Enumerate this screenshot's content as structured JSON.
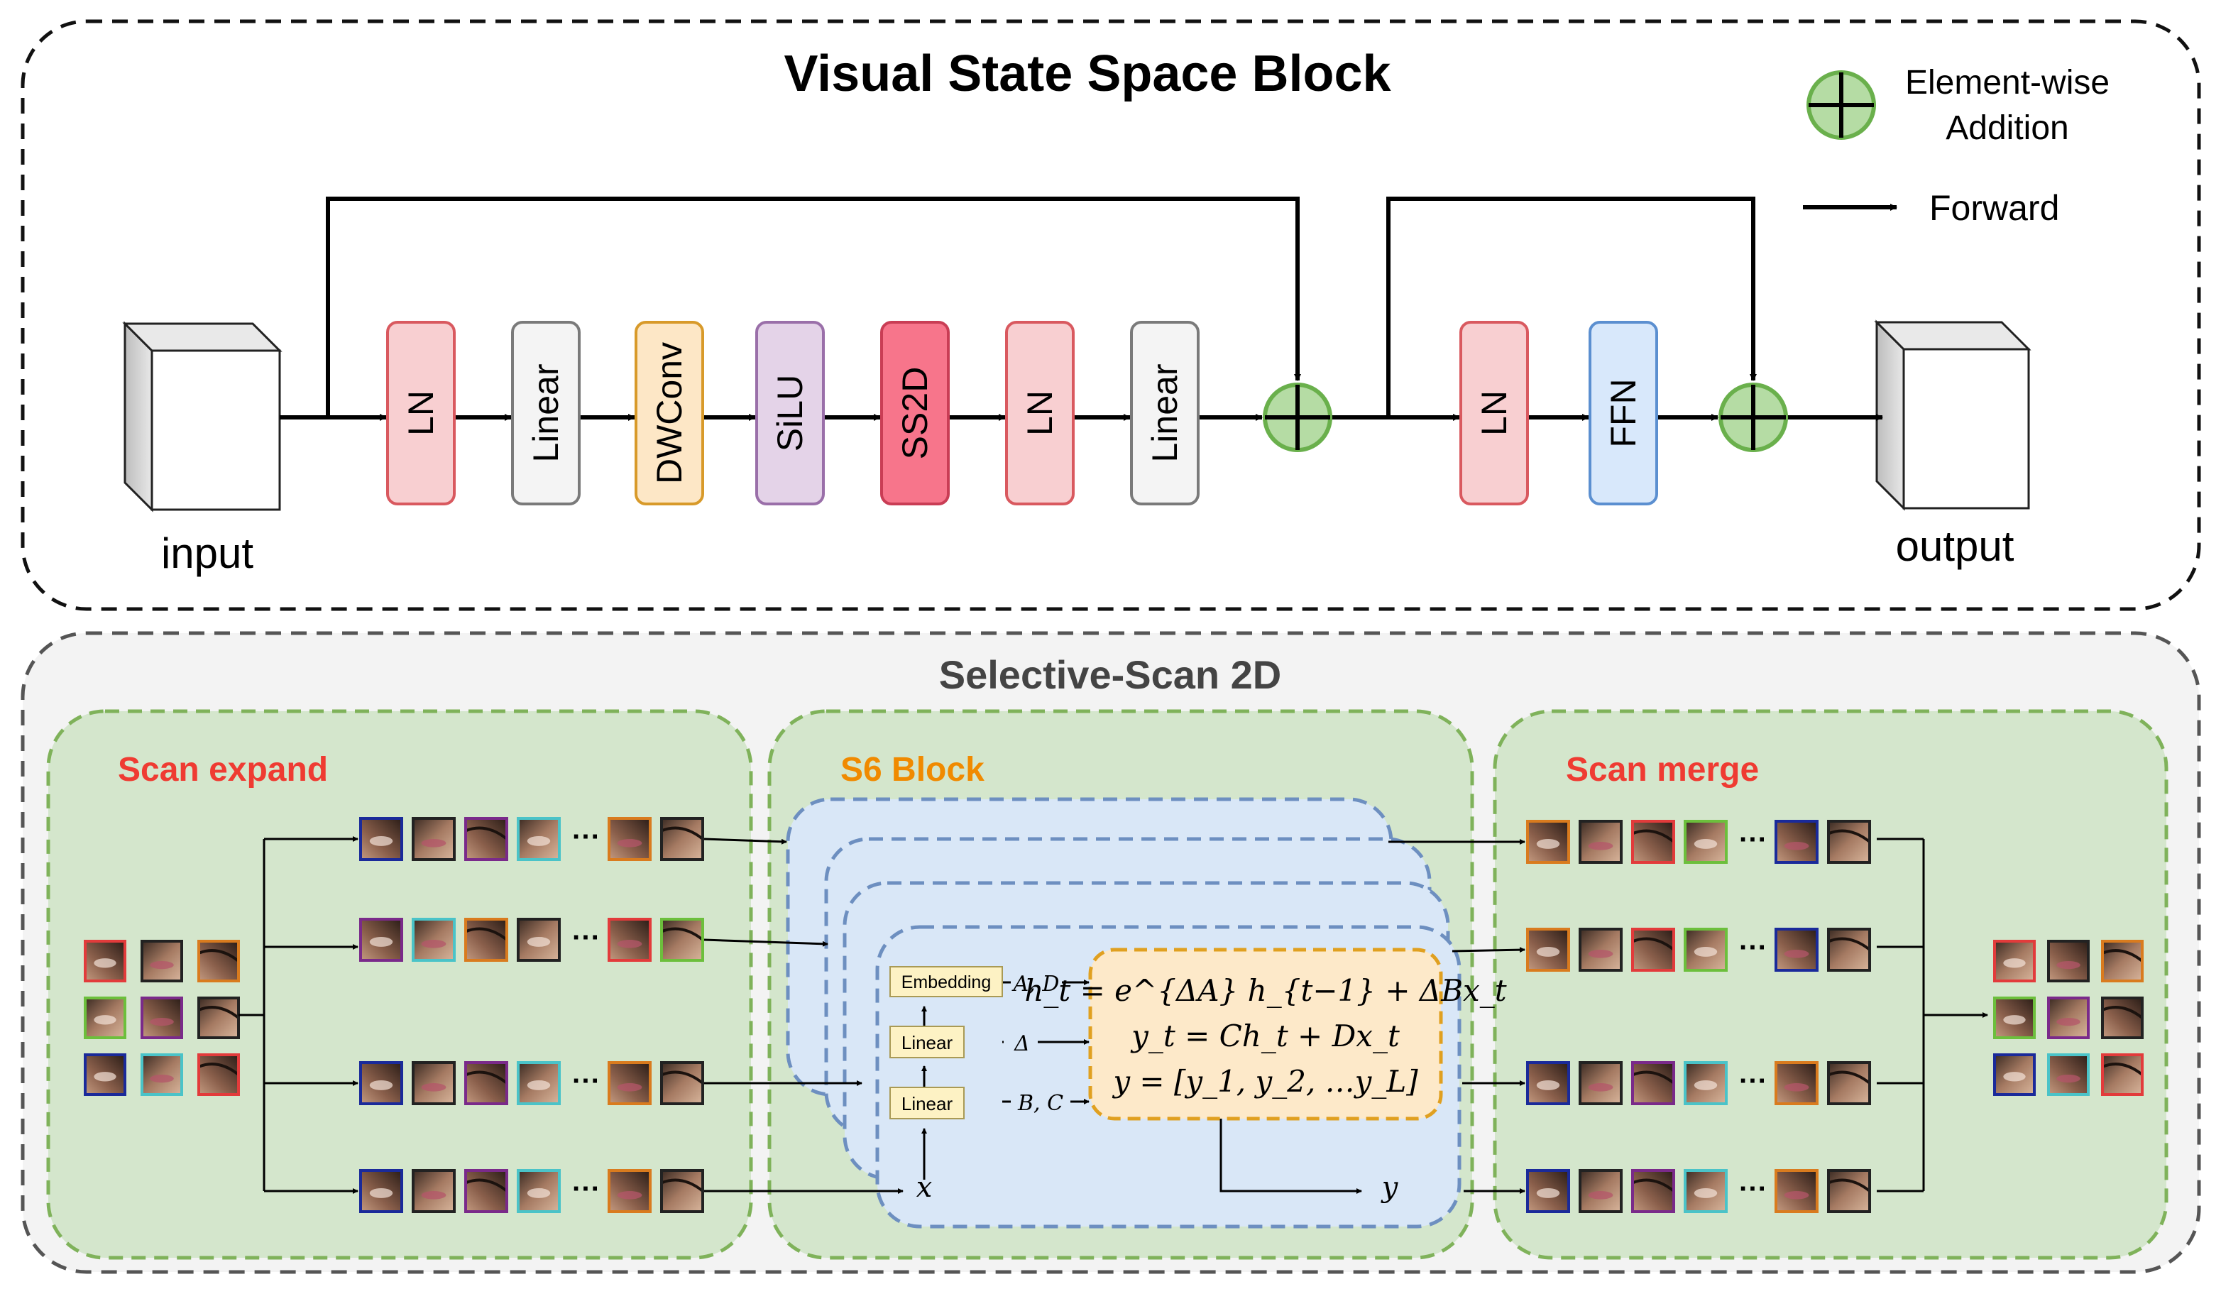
{
  "vss": {
    "title": "Visual State Space Block",
    "input_label": "input",
    "output_label": "output",
    "legend": {
      "addition_line1": "Element-wise",
      "addition_line2": "Addition",
      "forward": "Forward"
    },
    "blocks": [
      {
        "id": "ln1",
        "label": "LN",
        "fill": "#f8cfd1",
        "stroke": "#d9595f"
      },
      {
        "id": "linear1",
        "label": "Linear",
        "fill": "#f4f4f4",
        "stroke": "#7a7a7a"
      },
      {
        "id": "dwconv",
        "label": "DWConv",
        "fill": "#fde7c6",
        "stroke": "#d89a2a"
      },
      {
        "id": "silu",
        "label": "SiLU",
        "fill": "#e4d3e8",
        "stroke": "#9a6fa9"
      },
      {
        "id": "ss2d",
        "label": "SS2D",
        "fill": "#f7758b",
        "stroke": "#c93d55"
      },
      {
        "id": "ln2",
        "label": "LN",
        "fill": "#f8cfd1",
        "stroke": "#d9595f"
      },
      {
        "id": "linear2",
        "label": "Linear",
        "fill": "#f4f4f4",
        "stroke": "#7a7a7a"
      },
      {
        "id": "ln3",
        "label": "LN",
        "fill": "#f8cfd1",
        "stroke": "#d9595f"
      },
      {
        "id": "ffn",
        "label": "FFN",
        "fill": "#d8e8fb",
        "stroke": "#5b8fd0"
      }
    ],
    "adder_fill": "#b5dca4",
    "adder_stroke": "#6ab04c"
  },
  "ss2d": {
    "title": "Selective-Scan 2D",
    "scan_expand": "Scan expand",
    "s6_block": "S6 Block",
    "scan_merge": "Scan merge",
    "embedding": "Embedding",
    "linear_a": "Linear",
    "linear_b": "Linear",
    "ad_label": "A, D",
    "delta_label": "Δ",
    "bc_label": "B, C",
    "x_label": "x",
    "y_label": "y",
    "eq1": "h_t = e^{ΔA} h_{t−1} + ΔBx_t",
    "eq2": "y_t = Ch_t + Dx_t",
    "eq3": "y = [y_1, y_2, …y_L]",
    "dots": "···"
  },
  "colors": {
    "green_panel": "#d4e6cc",
    "green_border": "#7fb25a",
    "blue_panel": "#d9e7f7",
    "blue_border": "#6d8fc0",
    "orange_fill": "#fde9c9",
    "orange_border": "#e0a020",
    "red_title": "#ef3b32",
    "orange_title": "#f08a00"
  }
}
